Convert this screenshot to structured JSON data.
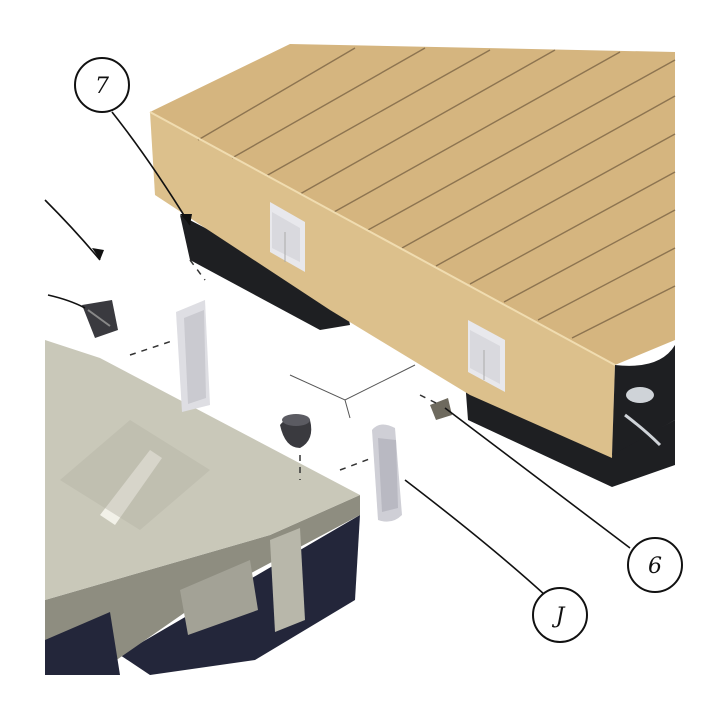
{
  "diagram": {
    "callouts": [
      {
        "id": "c1",
        "label": "7"
      },
      {
        "id": "c2",
        "label": "6"
      },
      {
        "id": "c3",
        "label": "J"
      }
    ]
  },
  "colors": {
    "deck_top": "#d5b57f",
    "deck_board_line": "#8d7450",
    "deck_front": "#dcc08c",
    "dock_shadow": "#1e1f22",
    "float_top": "#c9c8b9",
    "float_front": "#8e8d80",
    "float_pontoon": "#23263a",
    "bracket": "#d9d9de",
    "leader_line": "#111111"
  },
  "icons": [
    "bolt-icon",
    "fastener-clip-icon",
    "bracket-icon"
  ]
}
